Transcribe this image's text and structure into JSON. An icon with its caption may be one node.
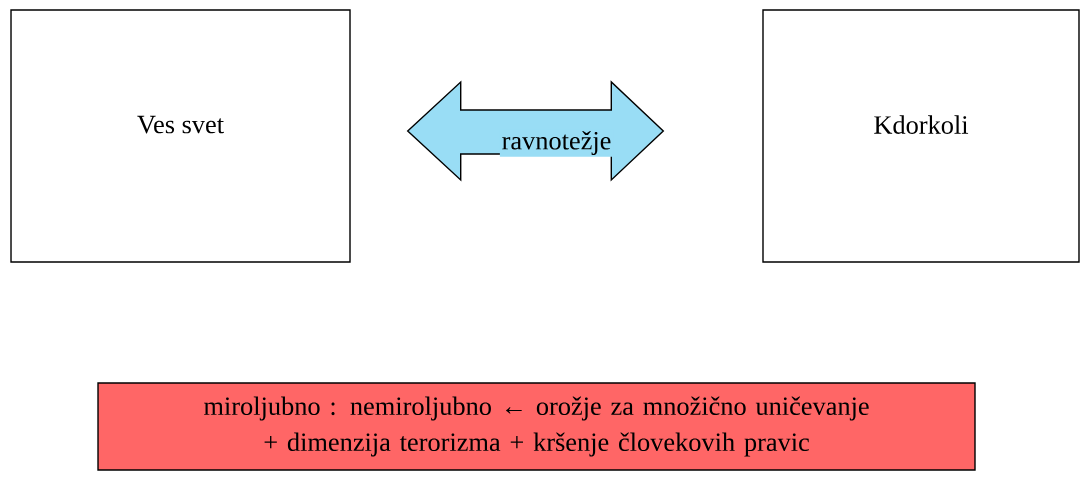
{
  "diagram": {
    "nodes": [
      {
        "text": [
          "Ves svet"
        ]
      },
      {
        "text": [
          "Kdorkoli"
        ]
      },
      {
        "text": [
          "miroljubno :  nemiroljubno ← orožje za množično uničevanje + dimenzija terorizma + kršenje človekovih pravic"
        ]
      }
    ],
    "edges": [
      {
        "from": 0,
        "to": 1,
        "arrow": "both",
        "label": "ravnotežje",
        "color": "#99ddf5"
      }
    ]
  }
}
